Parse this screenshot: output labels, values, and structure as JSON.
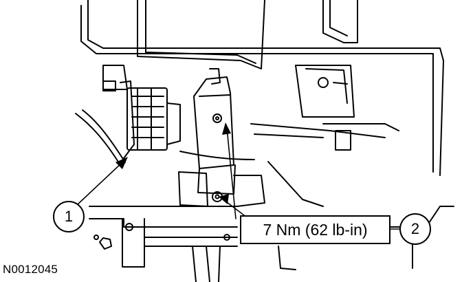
{
  "callouts": [
    {
      "id": "1",
      "label": "1"
    },
    {
      "id": "2",
      "label": "2"
    }
  ],
  "torque_spec": "7 Nm (62 lb-in)",
  "figure_id": "N0012045",
  "colors": {
    "line": "#000000",
    "background": "#ffffff"
  }
}
